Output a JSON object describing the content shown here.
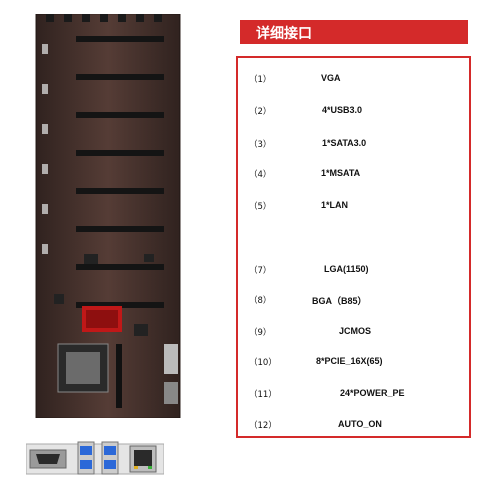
{
  "header": {
    "title": "详细接口"
  },
  "specs": [
    {
      "num": "（1）",
      "value": "VGA"
    },
    {
      "num": "（2）",
      "value": "4*USB3.0"
    },
    {
      "num": "（3）",
      "value": "1*SATA3.0"
    },
    {
      "num": "（4）",
      "value": "1*MSATA"
    },
    {
      "num": "（5）",
      "value": "1*LAN"
    },
    {
      "num": "（7）",
      "value": "LGA(1150)"
    },
    {
      "num": "（8）",
      "value": "BGA（B85）"
    },
    {
      "num": "（9）",
      "value": "JCMOS"
    },
    {
      "num": "（10）",
      "value": "8*PCIE_16X(65)"
    },
    {
      "num": "（11）",
      "value": "24*POWER_PE"
    },
    {
      "num": "（12）",
      "value": "AUTO_ON"
    }
  ],
  "colors": {
    "accent": "#d42a2a",
    "pcb": "#4a3530",
    "slot": "#141414"
  }
}
